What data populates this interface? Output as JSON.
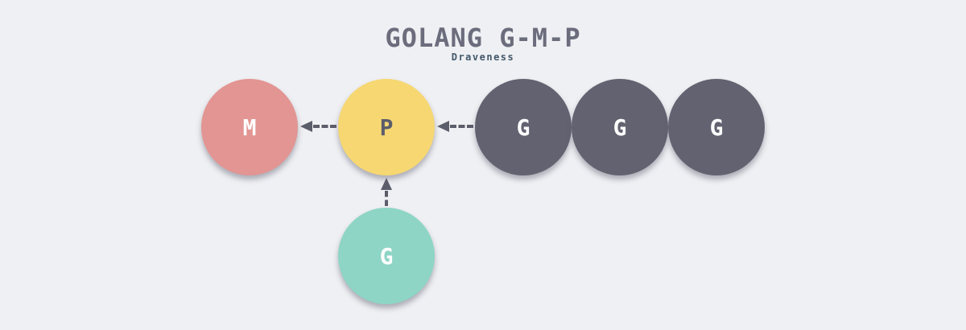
{
  "title": "GOLANG G-M-P",
  "subtitle": "Draveness",
  "colors": {
    "background": "#eff0f3",
    "title_text": "#6b6d7d",
    "subtitle_text": "#42586a",
    "arrow": "#5b5d6b",
    "node_m": "#e29592",
    "node_p": "#f6d772",
    "node_g_dark": "#636271",
    "node_g_teal": "#8ed5c6",
    "label_light": "#ffffff",
    "label_dark": "#5b5d6b"
  },
  "nodes": [
    {
      "id": "m",
      "label": "M"
    },
    {
      "id": "p",
      "label": "P"
    },
    {
      "id": "g1",
      "label": "G"
    },
    {
      "id": "g2",
      "label": "G"
    },
    {
      "id": "g3",
      "label": "G"
    },
    {
      "id": "g-runnable",
      "label": "G"
    }
  ],
  "edges": [
    {
      "from": "p",
      "to": "m",
      "style": "dashed-arrow"
    },
    {
      "from": "g1",
      "to": "p",
      "style": "dashed-arrow"
    },
    {
      "from": "g-runnable",
      "to": "p",
      "style": "dashed-arrow"
    }
  ]
}
